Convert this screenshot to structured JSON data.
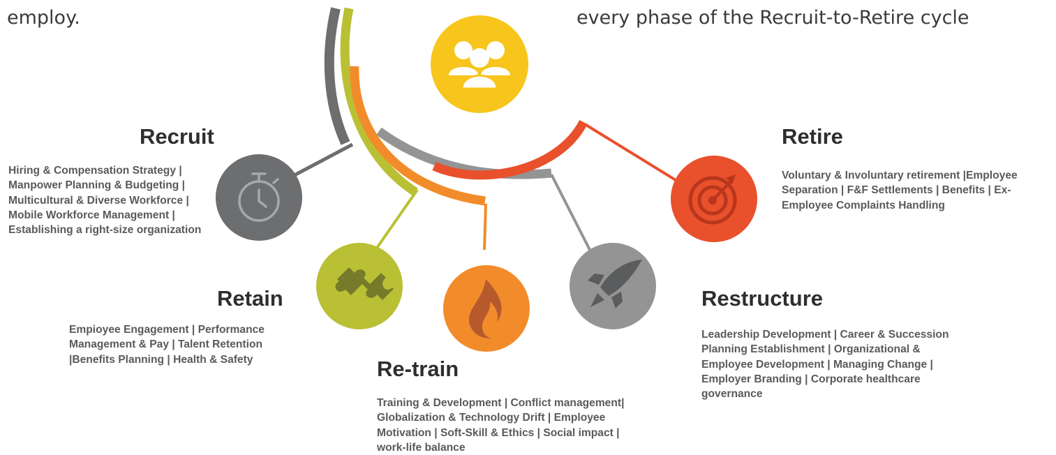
{
  "top_left_fragment": [
    "employ."
  ],
  "top_right_fragment": "every phase of the Recruit-to-Retire cycle",
  "stages": [
    {
      "id": "recruit",
      "heading": "Recruit",
      "color": "#6d6e70",
      "icon": "stopwatch-icon",
      "description": [
        "Hiring & Compensation Strategy |",
        "Manpower Planning & Budgeting |",
        "Multicultural & Diverse Workforce |",
        "Mobile Workforce Management |",
        "Establishing a right-size organization"
      ]
    },
    {
      "id": "retain",
      "heading": "Retain",
      "color": "#b9c034",
      "icon": "puzzle-piece-icon",
      "description": [
        "Empioyee Engagement | Performance",
        "Management & Pay | Talent Retention",
        "|Benefits Planning | Health & Safety"
      ]
    },
    {
      "id": "retrain",
      "heading": "Re-train",
      "color": "#f28c2a",
      "icon": "flame-icon",
      "description": [
        "Training & Development | Conflict management|",
        "Globalization & Technology Drift | Employee",
        "Motivation | Soft-Skill & Ethics | Social impact |",
        "work-life balance"
      ]
    },
    {
      "id": "restructure",
      "heading": "Restructure",
      "color": "#949494",
      "icon": "rocket-icon",
      "description": [
        "Leadership Development | Career & Succession",
        "Planning Establishment | Organizational &",
        "Employee Development | Managing Change |",
        "Employer Branding | Corporate healthcare",
        "governance"
      ]
    },
    {
      "id": "retire",
      "heading": "Retire",
      "color": "#e9502c",
      "icon": "target-icon",
      "description": [
        "Voluntary & Involuntary retirement |Employee",
        "Separation | F&F Settlements | Benefits | Ex-",
        "Employee Complaints Handling"
      ]
    }
  ],
  "hub": {
    "color": "#f7c51b",
    "icon": "people-group-icon"
  }
}
